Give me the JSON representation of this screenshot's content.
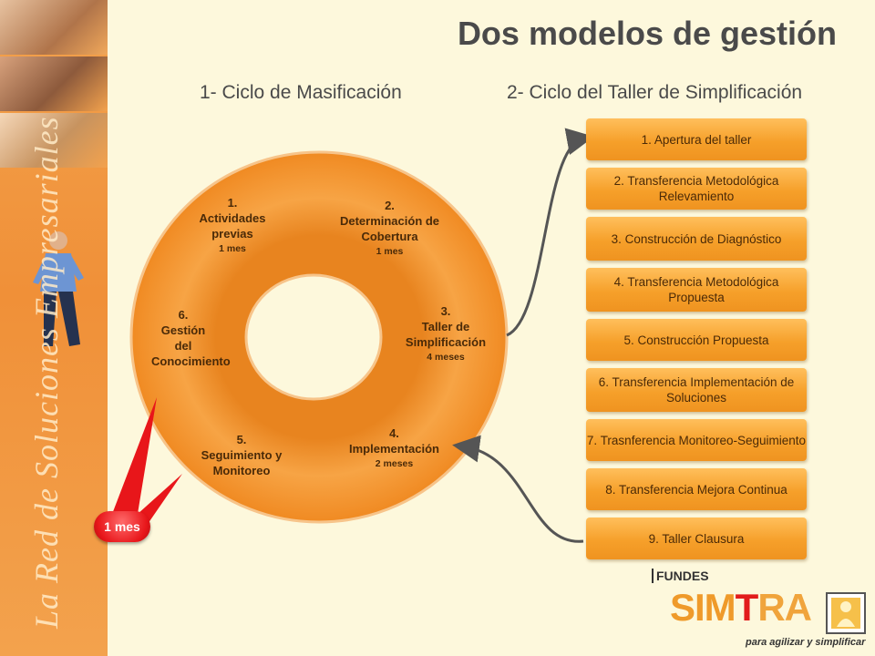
{
  "title": "Dos modelos de gestión",
  "sections": {
    "left": "1- Ciclo de Masificación",
    "right": "2- Ciclo del Taller de Simplificación"
  },
  "cycle": {
    "segments": [
      {
        "num": "1.",
        "name": "Actividades previas",
        "duration": "1 mes"
      },
      {
        "num": "2.",
        "name": "Determinación de Cobertura",
        "duration": "1 mes"
      },
      {
        "num": "3.",
        "name": "Taller de Simplificación",
        "duration": "4 meses"
      },
      {
        "num": "4.",
        "name": "Implementación",
        "duration": "2 meses"
      },
      {
        "num": "5.",
        "name": "Seguimiento y Monitoreo",
        "duration": ""
      },
      {
        "num": "6.",
        "name": "Gestión del Conocimiento",
        "duration": ""
      }
    ],
    "callout": "1 mes",
    "color": "#f39a3a"
  },
  "workshop_steps": [
    "1. Apertura del taller",
    "2. Transferencia Metodológica Relevamiento",
    "3. Construcción de Diagnóstico",
    "4. Transferencia Metodológica Propuesta",
    "5. Construcción Propuesta",
    "6. Transferencia Implementación de Soluciones",
    "7. Trasnferencia Monitoreo-Seguimiento",
    "8. Transferencia Mejora Continua",
    "9. Taller Clausura"
  ],
  "branding": {
    "vertical_text": "La Red de Soluciones Empresariales",
    "fundes": "FUNDES",
    "simtra_part1": "SIM",
    "simtra_part2": "T",
    "simtra_part3": "RA",
    "simtra_tagline": "para agilizar y simplificar"
  },
  "colors": {
    "accent": "#f39a3a",
    "background": "#fdf8dc",
    "callout": "#e8161a",
    "text": "#4a4a4a"
  }
}
